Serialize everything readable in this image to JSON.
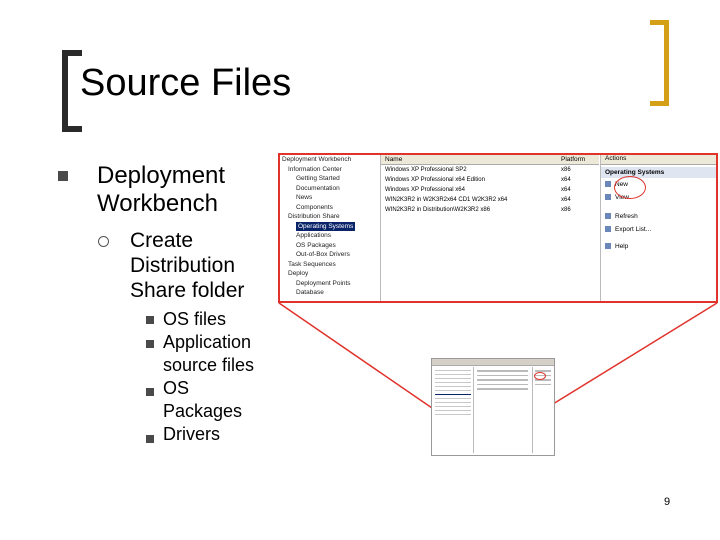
{
  "slide": {
    "title": "Source Files",
    "page_number": "9",
    "bullet1": [
      "Deployment",
      "Workbench"
    ],
    "bullet2": [
      "Create",
      "Distribution",
      "Share folder"
    ],
    "bullet3": [
      "OS files",
      "Application",
      "source files",
      "OS",
      "Packages",
      "Drivers"
    ]
  },
  "screenshot": {
    "tree": [
      "Deployment Workbench",
      "Information Center",
      "Getting Started",
      "Documentation",
      "News",
      "Components",
      "Distribution Share",
      "Operating Systems",
      "Applications",
      "OS Packages",
      "Out-of-Box Drivers",
      "Task Sequences",
      "Deploy",
      "Deployment Points",
      "Database"
    ],
    "columns": [
      "Name",
      "Platform"
    ],
    "rows": [
      {
        "name": "Windows XP Professional SP2",
        "platform": "x86"
      },
      {
        "name": "Windows XP Professional x64 Edition",
        "platform": "x64"
      },
      {
        "name": "Windows XP Professional x64",
        "platform": "x64"
      },
      {
        "name": "WIN2K3R2 in W2K3R2x64 CD1 W2K3R2 x64",
        "platform": "x64"
      },
      {
        "name": "WIN2K3R2 in Distribution\\W2K3R2 x86",
        "platform": "x86"
      }
    ],
    "actions_header": "Actions",
    "actions_section": "Operating Systems",
    "actions": [
      "New",
      "View",
      "Refresh",
      "Export List...",
      "Help"
    ]
  },
  "colors": {
    "accent_red": "#e0332b",
    "bracket_gold": "#d4a017",
    "bracket_dark": "#2a2a2a"
  }
}
